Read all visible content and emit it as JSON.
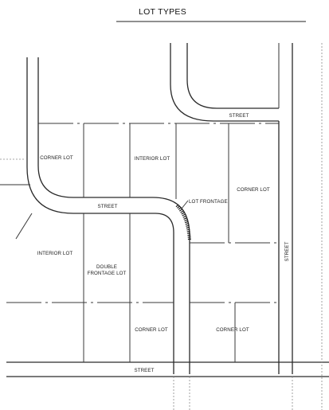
{
  "title": "LOT TYPES",
  "labels": {
    "street_top_right": "STREET",
    "street_middle": "STREET",
    "street_right_vertical": "STREET",
    "street_bottom": "STREET",
    "corner_lot_top_left": "CORNER LOT",
    "interior_lot_top": "INTERIOR LOT",
    "lot_frontage": "LOT FRONTAGE",
    "corner_lot_right": "CORNER LOT",
    "interior_lot_left": "INTERIOR LOT",
    "double_frontage_lot_line1": "DOUBLE",
    "double_frontage_lot_line2": "FRONTAGE LOT",
    "corner_lot_bottom_middle": "CORNER LOT",
    "corner_lot_bottom_right": "CORNER LOT"
  }
}
